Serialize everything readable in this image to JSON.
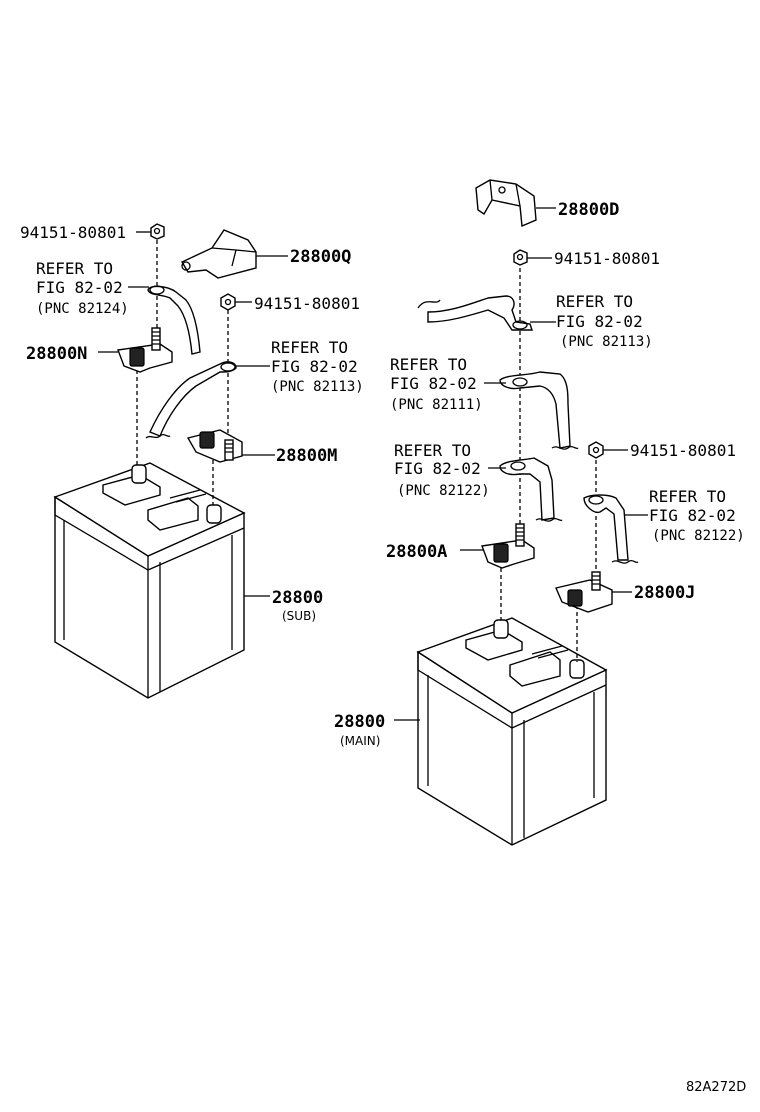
{
  "labels": {
    "nut_left_top": "94151-80801",
    "nut_left_mid": "94151-80801",
    "nut_right_top": "94151-80801",
    "nut_right_mid": "94151-80801",
    "p28800Q": "28800Q",
    "p28800N": "28800N",
    "p28800M": "28800M",
    "p28800D": "28800D",
    "p28800A": "28800A",
    "p28800J": "28800J",
    "battery_sub": "28800",
    "battery_sub_note": "(SUB)",
    "battery_main": "28800",
    "battery_main_note": "(MAIN)",
    "diagram_code": "82A272D"
  },
  "refs": {
    "r1": {
      "line1": "REFER TO",
      "line2": "FIG 82-02",
      "line3": "(PNC 82124)"
    },
    "r2": {
      "line1": "REFER TO",
      "line2": "FIG 82-02",
      "line3": "(PNC 82113)"
    },
    "r3": {
      "line1": "REFER TO",
      "line2": "FIG 82-02",
      "line3": "(PNC 82113)"
    },
    "r4": {
      "line1": "REFER TO",
      "line2": "FIG 82-02",
      "line3": "(PNC 82111)"
    },
    "r5": {
      "line1": "REFER TO",
      "line2": "FIG 82-02",
      "line3": "(PNC 82122)"
    },
    "r6": {
      "line1": "REFER TO",
      "line2": "FIG 82-02",
      "line3": "(PNC 82122)"
    }
  }
}
